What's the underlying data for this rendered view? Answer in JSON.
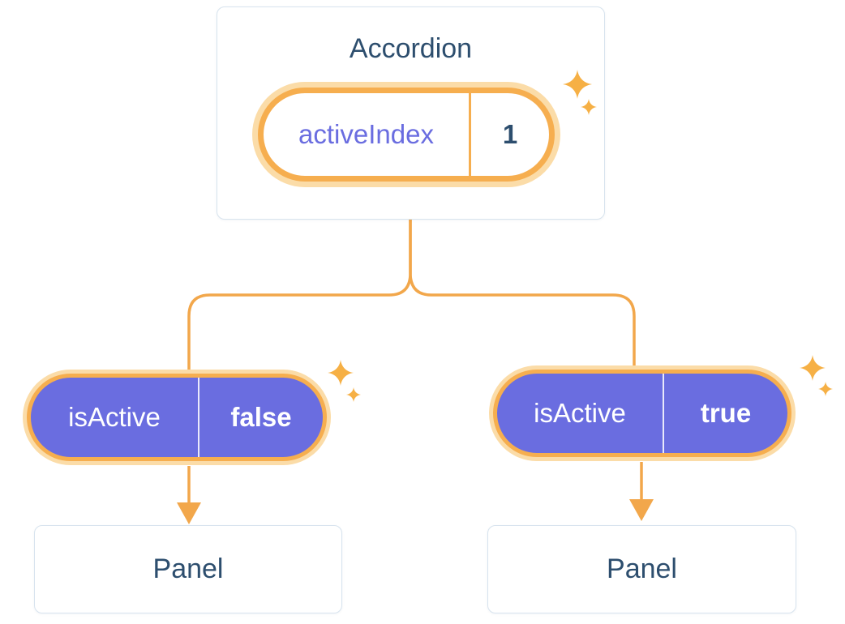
{
  "accordion": {
    "title": "Accordion",
    "state": {
      "label": "activeIndex",
      "value": "1"
    }
  },
  "left_branch": {
    "prop": {
      "label": "isActive",
      "value": "false"
    },
    "panel": {
      "title": "Panel"
    }
  },
  "right_branch": {
    "prop": {
      "label": "isActive",
      "value": "true"
    },
    "panel": {
      "title": "Panel"
    }
  },
  "icons": {
    "sparkle": "sparkle-icon",
    "arrow_down": "arrow-down-icon"
  },
  "colors": {
    "accent_orange": "#f2a74b",
    "orange_halo": "#fbdca8",
    "purple": "#6a6de0",
    "navy_text": "#2d4e6e",
    "card_border": "#d7e3ee",
    "background": "#ffffff"
  }
}
